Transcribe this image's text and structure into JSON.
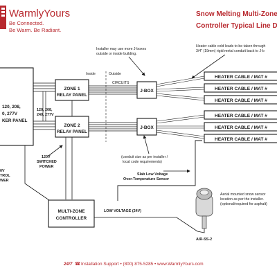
{
  "header": {
    "brand": "WarmlyYours",
    "tagline_1": "Be Connected.",
    "tagline_2": "Be Warm. Be Radiant.",
    "title_1": "Snow Melting Multi-Zone",
    "title_2": "Controller Typical Line D"
  },
  "notes": {
    "jbox_note_1": "Installer may use more J-boxes",
    "jbox_note_2": "outside or inside building.",
    "cold_lead_1": "Heater cable cold leads to be taken through",
    "cold_lead_2": "3/4\" (19mm) rigid metal conduit back to J-b",
    "inside": "Inside",
    "outside": "Outside",
    "circuits": "CIRCUITS",
    "conduit_1": "(conduit size as per installer /",
    "conduit_2": "local code requirements)",
    "slab_1": "Slab Low Voltage",
    "slab_2": "Over-Temperature Sensor",
    "aerial_1": "Aerial mounted snow sensor",
    "aerial_2": "location as per the installer.",
    "aerial_3": "(optional/required for asphalt)",
    "sensor_model": "AIR-SS-2",
    "low_voltage": "LOW VOLTAGE (24V)"
  },
  "components": {
    "zone1_1": "ZONE 1",
    "zone1_2": "RELAY PANEL",
    "zone2_1": "ZONE 2",
    "zone2_2": "RELAY PANEL",
    "jbox_label": "J-BOX",
    "breaker_1": "120, 208,",
    "breaker_2": "0, 277V",
    "breaker_3": "KER PANEL",
    "voltage_1": "120, 208,",
    "voltage_2": "240, 277V",
    "sw_1": "120V",
    "sw_2": "SWITCHED",
    "sw_3": "POWER",
    "left_1": "0V",
    "left_2": "TROL",
    "left_3": "WER",
    "controller_1": "MULTI-ZONE",
    "controller_2": "CONTROLLER"
  },
  "heater_cables": [
    "HEATER CABLE / MAT  #",
    "HEATER CABLE / MAT  #",
    "HEATER CABLE / MAT  #",
    "HEATER CABLE / MAT  #",
    "HEATER CABLE / MAT  #",
    "HEATER CABLE / MAT  #"
  ],
  "footer": {
    "hours": "24/7",
    "text": "Installation Support  •  (800) 875-5285  •  www.WarmlyYours.com"
  },
  "colors": {
    "brand_red": "#b8282e",
    "line_black": "#1a1a1a"
  }
}
